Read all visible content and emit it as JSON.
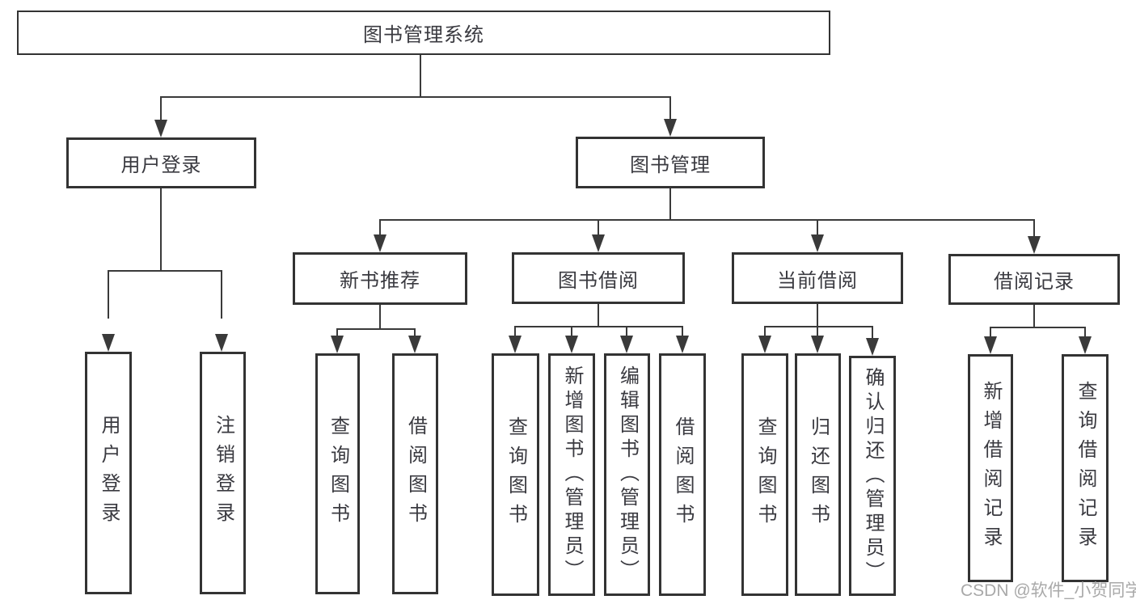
{
  "diagram": {
    "root": {
      "label": "图书管理系统"
    },
    "level1": [
      {
        "label": "用户登录"
      },
      {
        "label": "图书管理"
      }
    ],
    "level2": [
      {
        "label": "新书推荐"
      },
      {
        "label": "图书借阅"
      },
      {
        "label": "当前借阅"
      },
      {
        "label": "借阅记录"
      }
    ],
    "leaves": {
      "user_login": [
        "用户登录",
        "注销登录"
      ],
      "new_book": [
        "查询图书",
        "借阅图书"
      ],
      "borrow": [
        "查询图书",
        "新增图书（管理员）",
        "编辑图书（管理员）",
        "借阅图书"
      ],
      "current": [
        "查询图书",
        "归还图书",
        "确认归还（管理员）"
      ],
      "records": [
        "新增借阅记录",
        "查询借阅记录"
      ]
    }
  },
  "watermark": "CSDN @软件_小贺同学",
  "colors": {
    "line": "#3a3a3a",
    "border": "#333333",
    "text": "#3a3a40",
    "watermark": "#a9a9a9",
    "background": "#ffffff"
  }
}
